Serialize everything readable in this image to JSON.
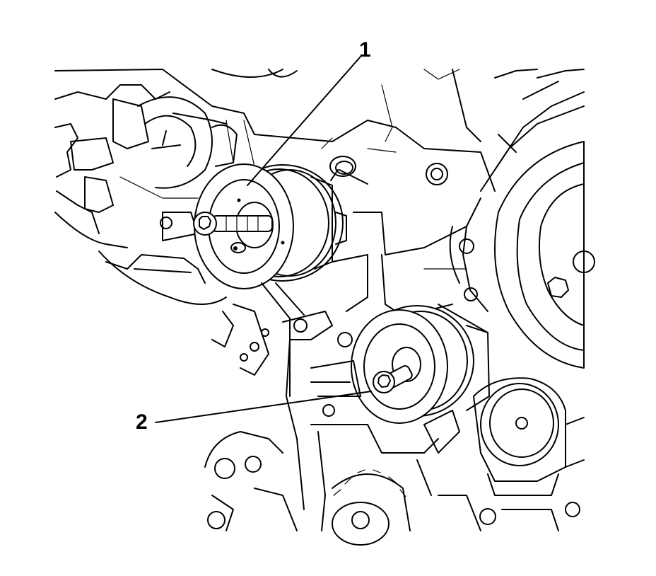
{
  "figure": {
    "callouts": [
      {
        "id": 1,
        "label": "1"
      },
      {
        "id": 2,
        "label": "2"
      }
    ]
  }
}
